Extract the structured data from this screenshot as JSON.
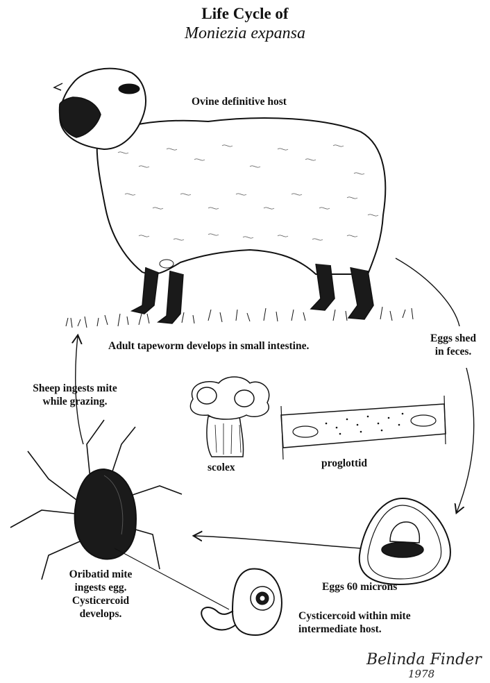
{
  "title": {
    "line1": "Life Cycle of",
    "line2": "Moniezia expansa"
  },
  "labels": {
    "host": "Ovine definitive host",
    "adult": "Adult tapeworm develops in small intestine.",
    "eggs_shed_1": "Eggs shed",
    "eggs_shed_2": "in feces.",
    "sheep_ingests_1": "Sheep ingests mite",
    "sheep_ingests_2": "while grazing.",
    "scolex": "scolex",
    "proglottid": "proglottid",
    "eggs_size": "Eggs 60 microns",
    "mite_1": "Oribatid mite",
    "mite_2": "ingests egg.",
    "mite_3": "Cysticercoid",
    "mite_4": "develops.",
    "cyst_1": "Cysticercoid within mite",
    "cyst_2": "intermediate host."
  },
  "signature": {
    "name": "Belinda Finder",
    "year": "1978"
  }
}
